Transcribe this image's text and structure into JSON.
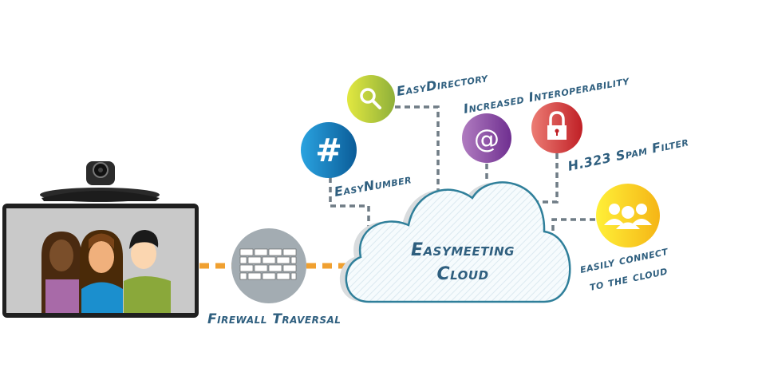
{
  "labels": {
    "easydirectory": "EasyDirectory",
    "interoperability": "Increased Interoperability",
    "easynumber": "EasyNumber",
    "spam_filter": "H.323 Spam Filter",
    "connect_line1": "easily connect",
    "connect_line2": "to the cloud",
    "firewall": "Firewall Traversal",
    "cloud_line1": "Easymeeting",
    "cloud_line2": "Cloud"
  },
  "icons": {
    "search": "search-icon",
    "number": "hash-icon",
    "at": "at-sign-icon",
    "lock": "lock-icon",
    "group": "group-icon",
    "firewall": "brick-wall-icon"
  },
  "colors": {
    "text": "#2f5f7f",
    "connector": "#6f7c85",
    "link": "#f0a030",
    "search": "#b5c83a",
    "number": "#1a7cc0",
    "at": "#8a4fa8",
    "lock": "#d43a3a",
    "group": "#f5c518",
    "firewall": "#a3acb2"
  }
}
